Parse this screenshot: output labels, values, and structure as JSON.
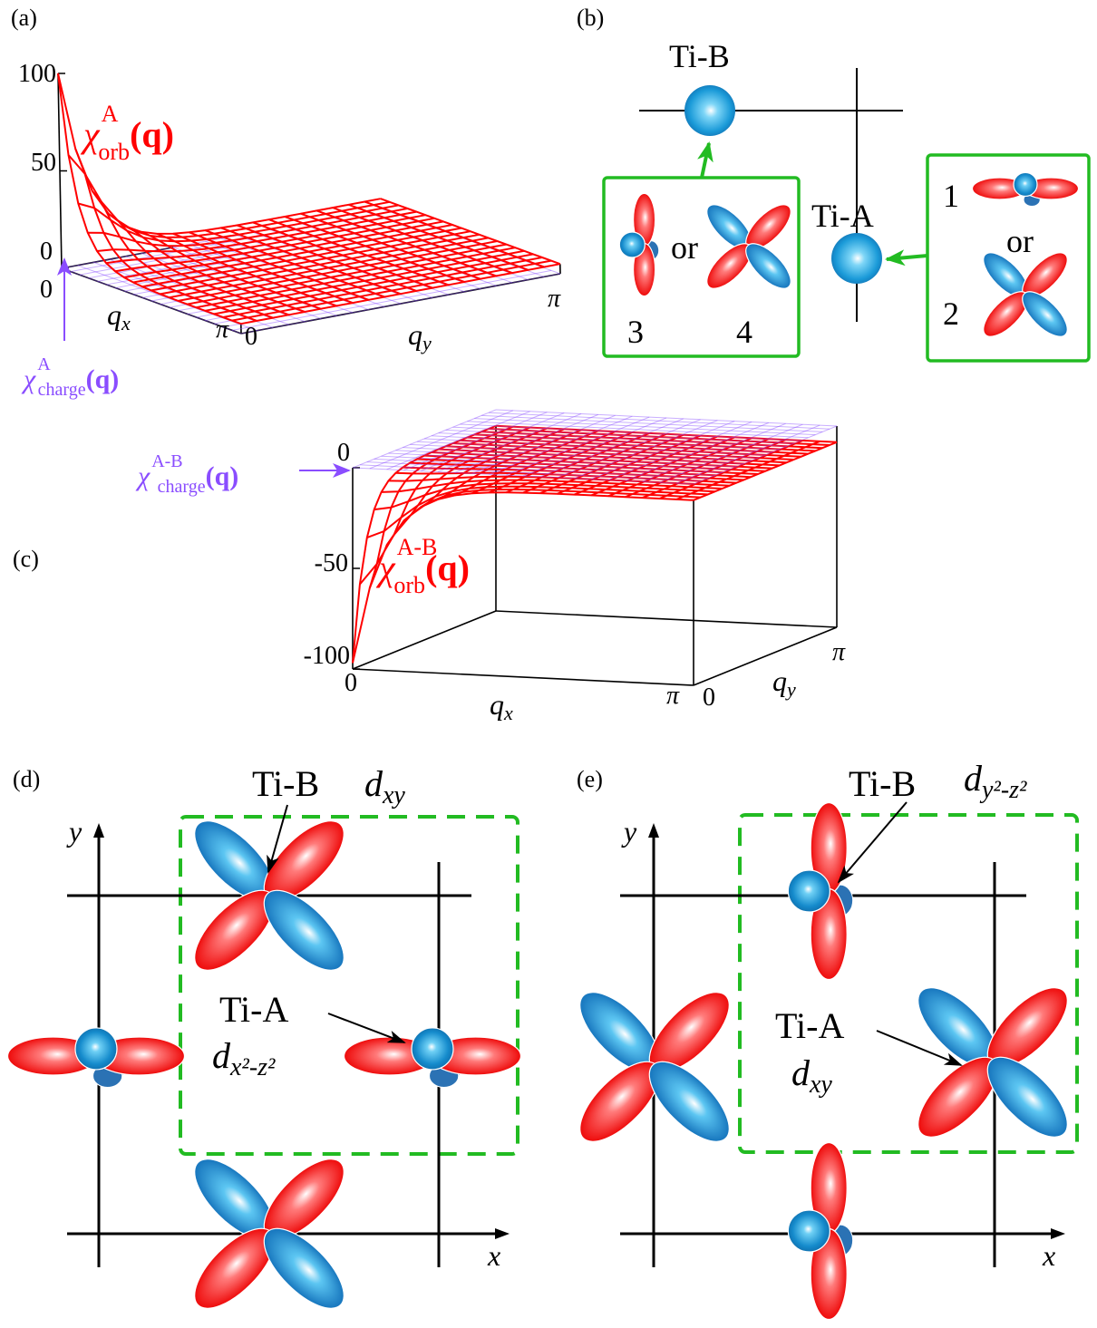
{
  "figure": {
    "panel_labels": {
      "a": "(a)",
      "b": "(b)",
      "c": "(c)",
      "d": "(d)",
      "e": "(e)"
    },
    "colors": {
      "orbital_red": "#ff1a1a",
      "orbital_blue": "#1a8fd6",
      "surface_red": "#ff0000",
      "charge_purple": "#8a4dff",
      "green_box": "#22bb22",
      "axis_black": "#000000"
    }
  },
  "chart_data": [
    {
      "panel": "(a)",
      "type": "surface3d",
      "title": "",
      "zticks": [
        "100",
        "50",
        "0"
      ],
      "zlim": [
        0,
        100
      ],
      "xlabel": "q",
      "xlabel_sub": "x",
      "ylabel": "q",
      "ylabel_sub": "y",
      "xticks": [
        "0",
        "π"
      ],
      "yticks": [
        "0",
        "π"
      ],
      "grid": true,
      "series": [
        {
          "name": "chi_orb_A",
          "label_main": "χ",
          "label_sup": "A",
          "label_sub": "orb",
          "label_arg": "(q)",
          "color": "#ff0000",
          "description": "sharp peak at q=(0,0) reaching ~100, decaying to ~5 plateau across BZ",
          "peak_value": 100,
          "plateau_value": 5
        },
        {
          "name": "chi_charge_A",
          "label_main": "χ",
          "label_sup": "A",
          "label_sub": "charge",
          "label_arg": "(q)",
          "color": "#8a4dff",
          "description": "flat surface near 0",
          "value": 0
        }
      ]
    },
    {
      "panel": "(c)",
      "type": "surface3d",
      "title": "",
      "zticks": [
        "0",
        "-50",
        "-100"
      ],
      "zlim": [
        -100,
        0
      ],
      "xlabel": "q",
      "xlabel_sub": "x",
      "ylabel": "q",
      "ylabel_sub": "y",
      "xticks": [
        "0",
        "π"
      ],
      "yticks": [
        "0",
        "π"
      ],
      "grid": true,
      "series": [
        {
          "name": "chi_orb_AB",
          "label_main": "χ",
          "label_sup": "A-B",
          "label_sub": "orb",
          "label_arg": "(q)",
          "color": "#ff0000",
          "description": "sharp negative dip at q=(0,0) reaching ~-97, plateau near -8",
          "peak_value": -97,
          "plateau_value": -8
        },
        {
          "name": "chi_charge_AB",
          "label_main": "χ",
          "label_sup": "A-B",
          "label_sub": "charge",
          "label_arg": "(q)",
          "color": "#8a4dff",
          "description": "flat surface at 0",
          "value": 0
        }
      ]
    }
  ],
  "panel_b": {
    "ti_b_label": "Ti-B",
    "ti_a_label": "Ti-A",
    "left_box": {
      "num_left": "3",
      "num_right": "4",
      "or": "or"
    },
    "right_box": {
      "num_top": "1",
      "num_bottom": "2",
      "or": "or"
    }
  },
  "panel_d": {
    "ti_b_label": "Ti-B",
    "ti_b_orbital": "d",
    "ti_b_orbital_sub": "xy",
    "ti_a_label": "Ti-A",
    "ti_a_orbital": "d",
    "ti_a_orbital_sub": "x²-z²",
    "x_axis": "x",
    "y_axis": "y"
  },
  "panel_e": {
    "ti_b_label": "Ti-B",
    "ti_b_orbital": "d",
    "ti_b_orbital_sub": "y²-z²",
    "ti_a_label": "Ti-A",
    "ti_a_orbital": "d",
    "ti_a_orbital_sub": "xy",
    "x_axis": "x",
    "y_axis": "y"
  }
}
